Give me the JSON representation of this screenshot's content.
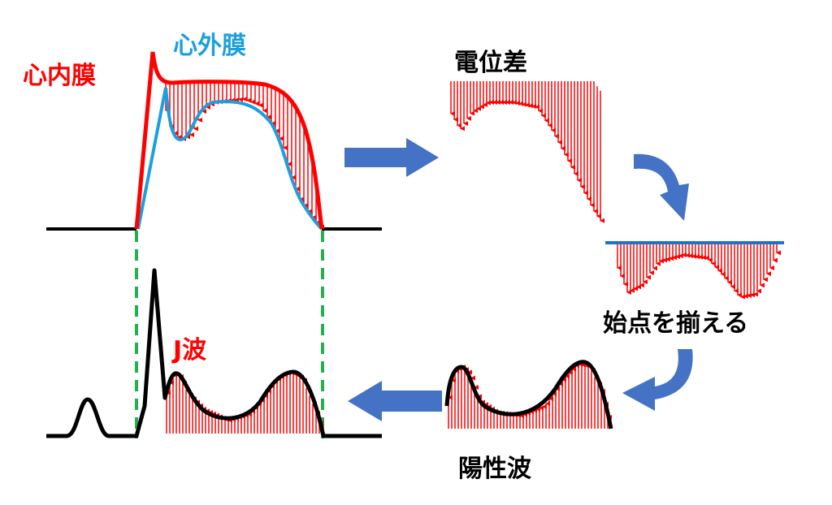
{
  "labels": {
    "endocardium": "心内膜",
    "epicardium": "心外膜",
    "potential_difference": "電位差",
    "align_start": "始点を揃える",
    "positive_wave": "陽性波",
    "j_wave": "J波"
  },
  "colors": {
    "endocardium": "#ff0000",
    "epicardium": "#1ca0dc",
    "baseline": "#000000",
    "guide": "#22b14c",
    "arrow": "#4472c4",
    "hatch": "#ff0000"
  }
}
